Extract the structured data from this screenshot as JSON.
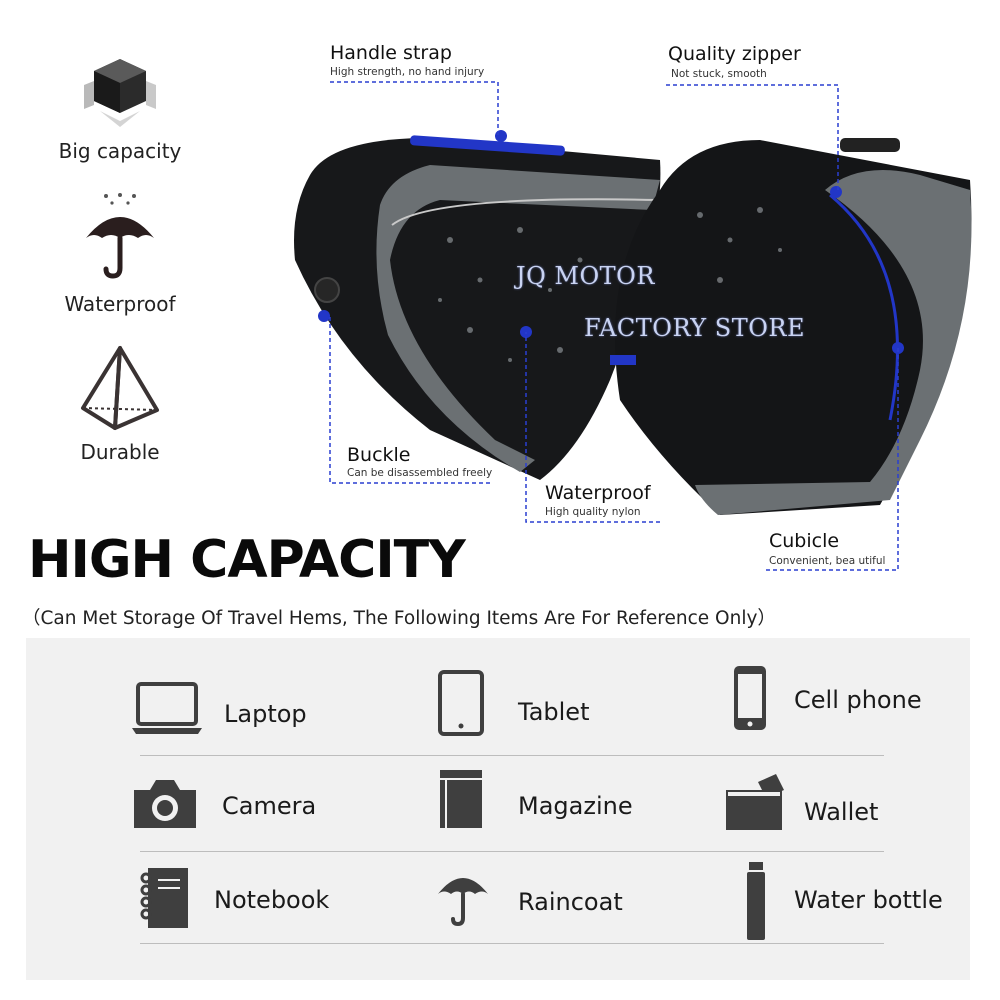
{
  "features": [
    {
      "label": "Big capacity",
      "icon": "cube-icon"
    },
    {
      "label": "Waterproof",
      "icon": "umbrella-icon"
    },
    {
      "label": "Durable",
      "icon": "pyramid-icon"
    }
  ],
  "callouts": {
    "handle_strap": {
      "title": "Handle strap",
      "subtitle": "High strength, no hand injury"
    },
    "quality_zipper": {
      "title": "Quality zipper",
      "subtitle": "Not stuck, smooth"
    },
    "buckle": {
      "title": "Buckle",
      "subtitle": "Can be disassembled freely"
    },
    "waterproof": {
      "title": "Waterproof",
      "subtitle": "High quality nylon"
    },
    "cubicle": {
      "title": "Cubicle",
      "subtitle": "Convenient, bea utiful"
    }
  },
  "watermark": {
    "line1": "JQ MOTOR",
    "line2": "FACTORY STORE"
  },
  "headline": "HIGH CAPACITY",
  "subline": "（Can Met Storage Of Travel Hems, The Following Items Are For Reference Only）",
  "items": [
    {
      "label": "Laptop",
      "icon": "laptop-icon"
    },
    {
      "label": "Tablet",
      "icon": "tablet-icon"
    },
    {
      "label": "Cell phone",
      "icon": "cell-phone-icon"
    },
    {
      "label": "Camera",
      "icon": "camera-icon"
    },
    {
      "label": "Magazine",
      "icon": "magazine-icon"
    },
    {
      "label": "Wallet",
      "icon": "wallet-icon"
    },
    {
      "label": "Notebook",
      "icon": "notebook-icon"
    },
    {
      "label": "Raincoat",
      "icon": "raincoat-umbrella-icon"
    },
    {
      "label": "Water bottle",
      "icon": "water-bottle-icon"
    }
  ],
  "colors": {
    "accent_blue": "#2233cc",
    "bag_black": "#1b1c1e",
    "bag_grey": "#6d7275",
    "panel_bg": "#f1f1f1",
    "icon_grey": "#3f3f3f"
  }
}
